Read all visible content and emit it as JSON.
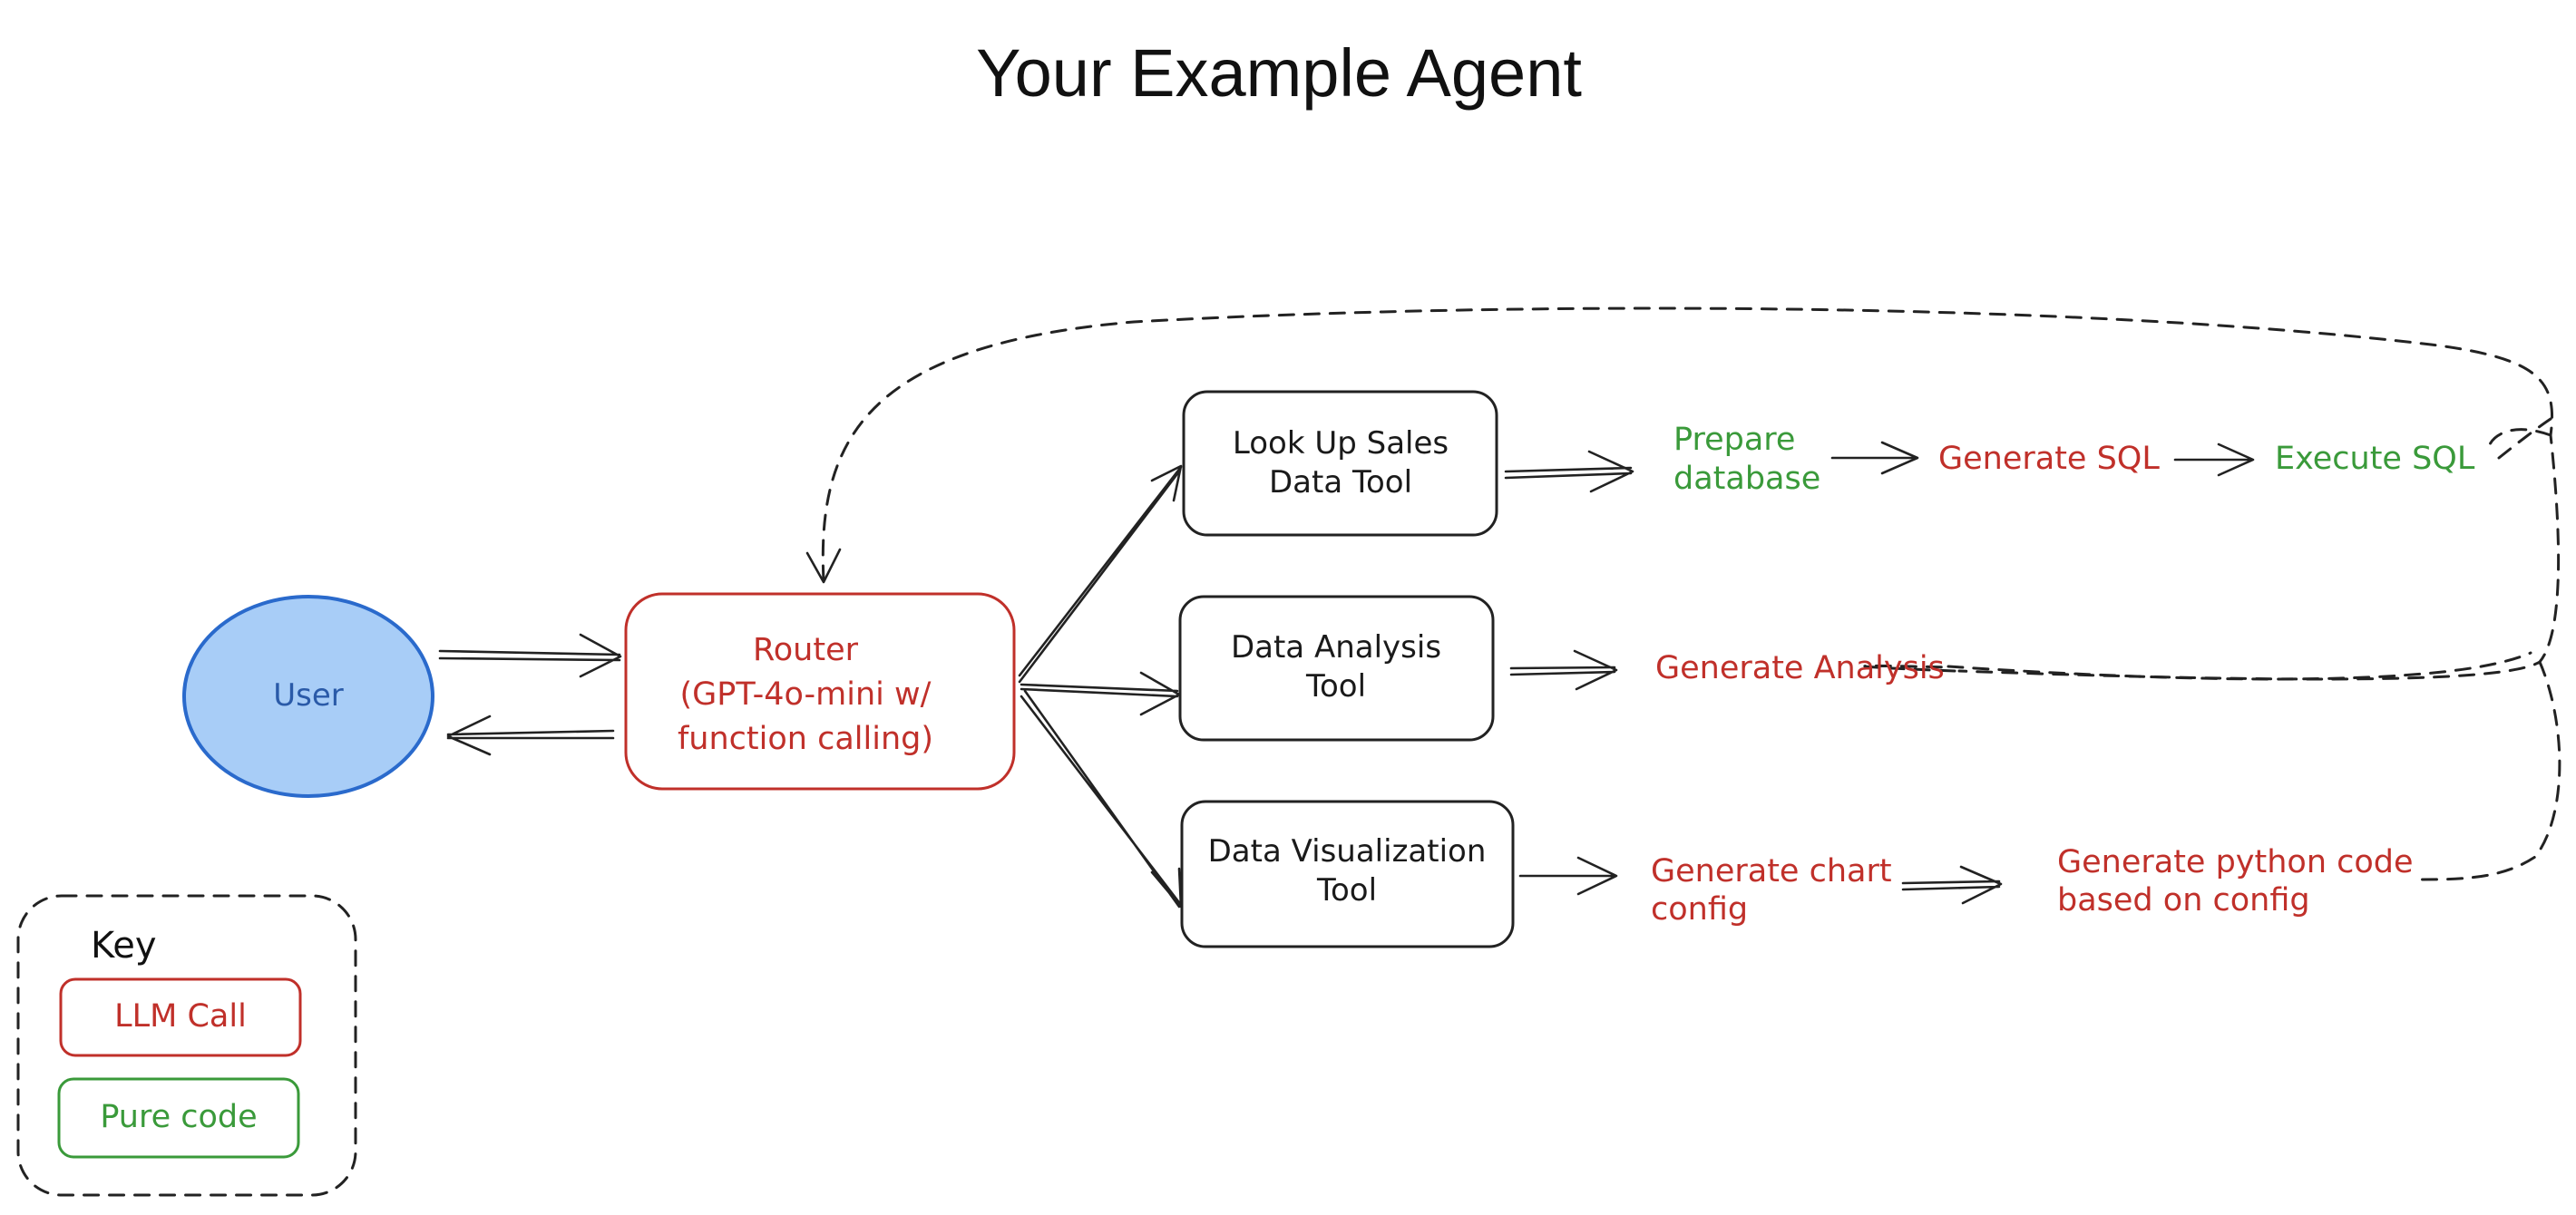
{
  "title": "Your Example Agent",
  "nodes": {
    "user": "User",
    "router": [
      "Router",
      "(GPT-4o-mini w/",
      "function calling)"
    ],
    "lookup_tool": [
      "Look Up Sales",
      "Data Tool"
    ],
    "analysis_tool": [
      "Data Analysis",
      "Tool"
    ],
    "visualization_tool": [
      "Data Visualization",
      "Tool"
    ]
  },
  "steps": {
    "prepare_database": [
      "Prepare",
      "database"
    ],
    "generate_sql": "Generate SQL",
    "execute_sql": "Execute SQL",
    "generate_analysis": "Generate Analysis",
    "generate_chart_config": [
      "Generate chart",
      "config"
    ],
    "generate_python_code": [
      "Generate python code",
      "based on config"
    ]
  },
  "key": {
    "title": "Key",
    "llm_call": "LLM Call",
    "pure_code": "Pure code"
  },
  "colors": {
    "llm_call": "#c0302a",
    "pure_code": "#3a9a3a",
    "user_fill": "#a8cdf7",
    "user_stroke": "#2a6acc",
    "user_text": "#2a5aa8"
  }
}
